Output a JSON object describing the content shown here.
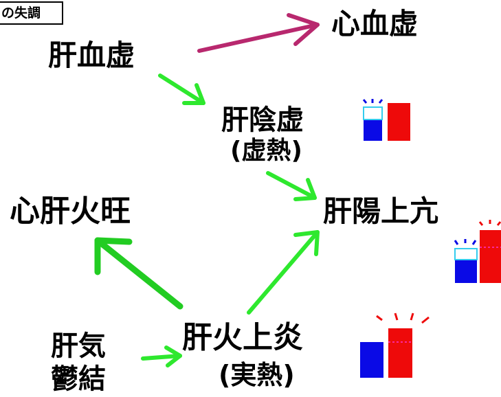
{
  "header_tag": "の失調",
  "nodes": {
    "kanketsukyo": "肝血虚",
    "shinketsukyo": "心血虚",
    "kaninkyo": "肝陰虚",
    "kaninkyo_sub": "(虚熱)",
    "kanyojoko": "肝陽上亢",
    "shinkankaou": "心肝火旺",
    "kankiutsu_1": "肝気",
    "kankiutsu_2": "鬱結",
    "kankajoen": "肝火上炎",
    "kankajoen_sub": "(実熱)"
  },
  "colors": {
    "arrow_green": "#2ee82e",
    "arrow_green_dark": "#22cc22",
    "arrow_magenta": "#b8286e",
    "yin_blue": "#0a0ae6",
    "yang_red": "#ee0a0a",
    "deficit_outline": "#33ccee",
    "dash_magenta": "#ff33cc"
  }
}
